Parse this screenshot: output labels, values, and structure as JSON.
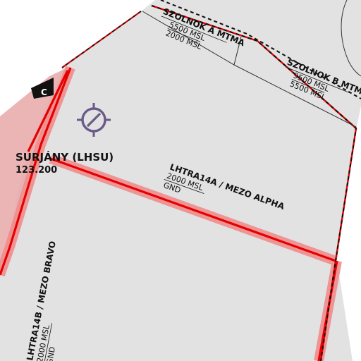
{
  "map": {
    "colors": {
      "restricted_fill": "#e2e2e2",
      "boundary_red": "#e60000",
      "boundary_halo": "#f08c8c",
      "tma_dashed": "#222222",
      "vor_symbol": "#6a5a88"
    },
    "airfield": {
      "name": "SURJÁNY (LHSU)",
      "frequency": "123.200",
      "symbol": "airfield-icon"
    },
    "zones": {
      "mezo_alpha": {
        "name": "LHTRA14A / MEZO ALPHA",
        "upper": "2000 MSL",
        "lower": "GND"
      },
      "mezo_bravo": {
        "name": "LHTRA14B / MEZO BRAVO",
        "upper": "2000 MSL",
        "lower": "GND"
      }
    },
    "tma_boxes": {
      "szolnok_a": {
        "name": "SZOLNOK A MTMA",
        "upper": "5500 MSL",
        "lower": "2000 MSL"
      },
      "szolnok_b": {
        "name": "SZOLNOK B MTMA",
        "upper": "9500 MSL",
        "lower": "5500 MSL"
      }
    },
    "corner_badge": "C"
  }
}
